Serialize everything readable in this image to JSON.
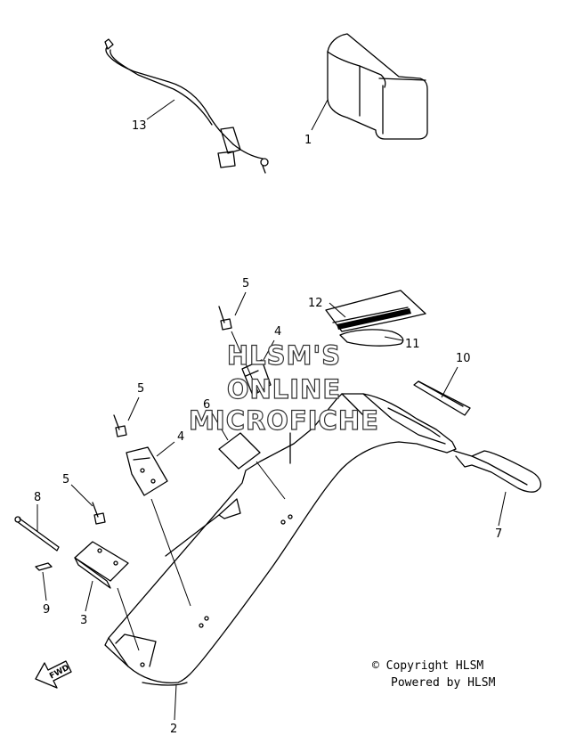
{
  "watermark": {
    "line1": "HLSM'S",
    "line2": "ONLINE",
    "line3": "MICROFICHE"
  },
  "copyright": {
    "line1": "© Copyright HLSM",
    "line2": "Powered by HLSM"
  },
  "fwd_label": "FWD",
  "callouts": {
    "c1": "1",
    "c2": "2",
    "c3": "3",
    "c4a": "4",
    "c4b": "4",
    "c5a": "5",
    "c5b": "5",
    "c5c": "5",
    "c6": "6",
    "c7": "7",
    "c8": "8",
    "c9": "9",
    "c10": "10",
    "c11": "11",
    "c12": "12",
    "c13": "13"
  }
}
